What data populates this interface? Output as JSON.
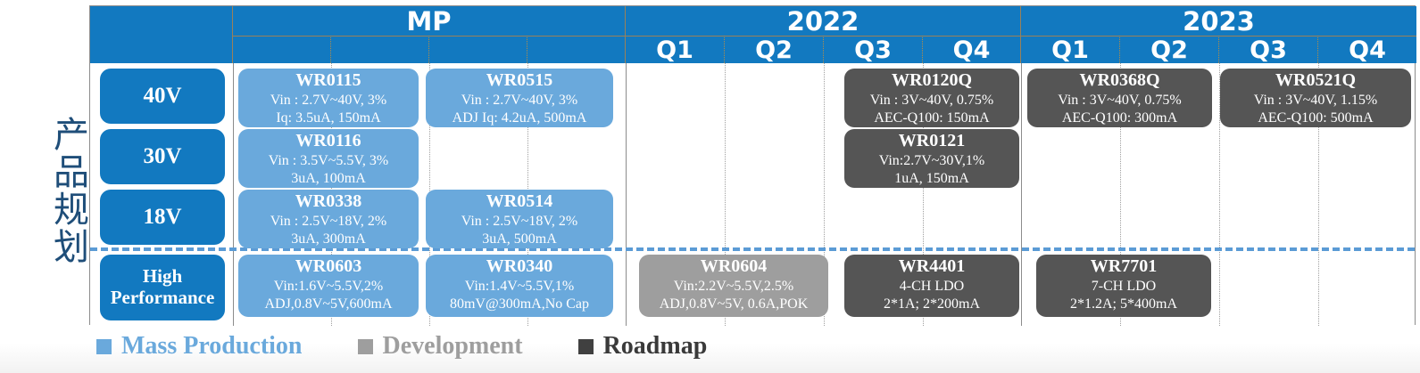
{
  "page": {
    "vertical_title": "产品规划",
    "colors": {
      "header_blue": "#1279c0",
      "mass_production": "#6aa9dc",
      "development": "#9e9e9e",
      "roadmap": "#555555",
      "divider": "#5b9bd5",
      "title_text": "#1f4e79"
    }
  },
  "header": {
    "corner_blank": "",
    "groups": [
      {
        "label": "MP",
        "quarters": [
          "",
          "",
          "",
          ""
        ]
      },
      {
        "label": "2022",
        "quarters": [
          "Q1",
          "Q2",
          "Q3",
          "Q4"
        ]
      },
      {
        "label": "2023",
        "quarters": [
          "Q1",
          "Q2",
          "Q3",
          "Q4"
        ]
      }
    ]
  },
  "categories": [
    {
      "label": "40V"
    },
    {
      "label": "30V"
    },
    {
      "label": "18V"
    },
    {
      "label": "High\nPerformance",
      "line1": "High",
      "line2": "Performance"
    }
  ],
  "products": [
    {
      "name": "WR0115",
      "line1": "Vin : 2.7V~40V, 3%",
      "line2": "Iq: 3.5uA, 150mA",
      "status": "mp"
    },
    {
      "name": "WR0515",
      "line1": "Vin : 2.7V~40V, 3%",
      "line2": "ADJ Iq: 4.2uA, 500mA",
      "status": "mp"
    },
    {
      "name": "WR0120Q",
      "line1": "Vin : 3V~40V, 0.75%",
      "line2": "AEC-Q100: 150mA",
      "status": "rm"
    },
    {
      "name": "WR0368Q",
      "line1": "Vin : 3V~40V, 0.75%",
      "line2": "AEC-Q100: 300mA",
      "status": "rm"
    },
    {
      "name": "WR0521Q",
      "line1": "Vin : 3V~40V, 1.15%",
      "line2": "AEC-Q100: 500mA",
      "status": "rm"
    },
    {
      "name": "WR0116",
      "line1": "Vin : 3.5V~5.5V, 3%",
      "line2": "3uA,  100mA",
      "status": "mp"
    },
    {
      "name": "WR0121",
      "line1": "Vin:2.7V~30V,1%",
      "line2": "1uA,  150mA",
      "status": "rm"
    },
    {
      "name": "WR0338",
      "line1": "Vin : 2.5V~18V, 2%",
      "line2": "3uA, 300mA",
      "status": "mp"
    },
    {
      "name": "WR0514",
      "line1": "Vin : 2.5V~18V, 2%",
      "line2": "3uA, 500mA",
      "status": "mp"
    },
    {
      "name": "WR0603",
      "line1": "Vin:1.6V~5.5V,2%",
      "line2": "ADJ,0.8V~5V,600mA",
      "status": "mp"
    },
    {
      "name": "WR0340",
      "line1": "Vin:1.4V~5.5V,1%",
      "line2": "80mV@300mA,No Cap",
      "status": "mp"
    },
    {
      "name": "WR0604",
      "line1": "Vin:2.2V~5.5V,2.5%",
      "line2": "ADJ,0.8V~5V, 0.6A,POK",
      "status": "dev"
    },
    {
      "name": "WR4401",
      "line1": "4-CH LDO",
      "line2": "2*1A;  2*200mA",
      "status": "rm"
    },
    {
      "name": "WR7701",
      "line1": "7-CH LDO",
      "line2": "2*1.2A;  5*400mA",
      "status": "rm"
    }
  ],
  "legend": [
    {
      "label": "Mass Production",
      "color": "#6aa9dc"
    },
    {
      "label": "Development",
      "color": "#9e9e9e"
    },
    {
      "label": "Roadmap",
      "color": "#404040"
    }
  ]
}
